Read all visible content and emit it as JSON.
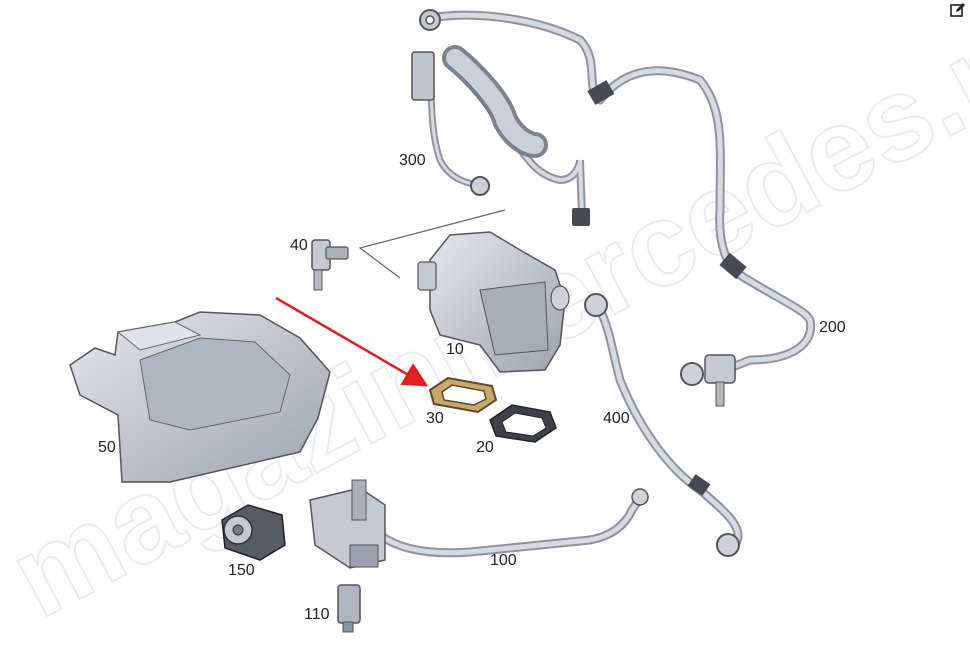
{
  "watermark": "magazinmercedes.ru",
  "edit_icon": "edit-icon",
  "callouts": {
    "p10": "10",
    "p20": "20",
    "p30": "30",
    "p40": "40",
    "p50": "50",
    "p100": "100",
    "p110": "110",
    "p150": "150",
    "p200": "200",
    "p300": "300",
    "p400": "400"
  },
  "colors": {
    "highlight_arrow": "#e02020",
    "highlight_gasket": "#b8965a",
    "part_gray": "#b8c0c8"
  }
}
